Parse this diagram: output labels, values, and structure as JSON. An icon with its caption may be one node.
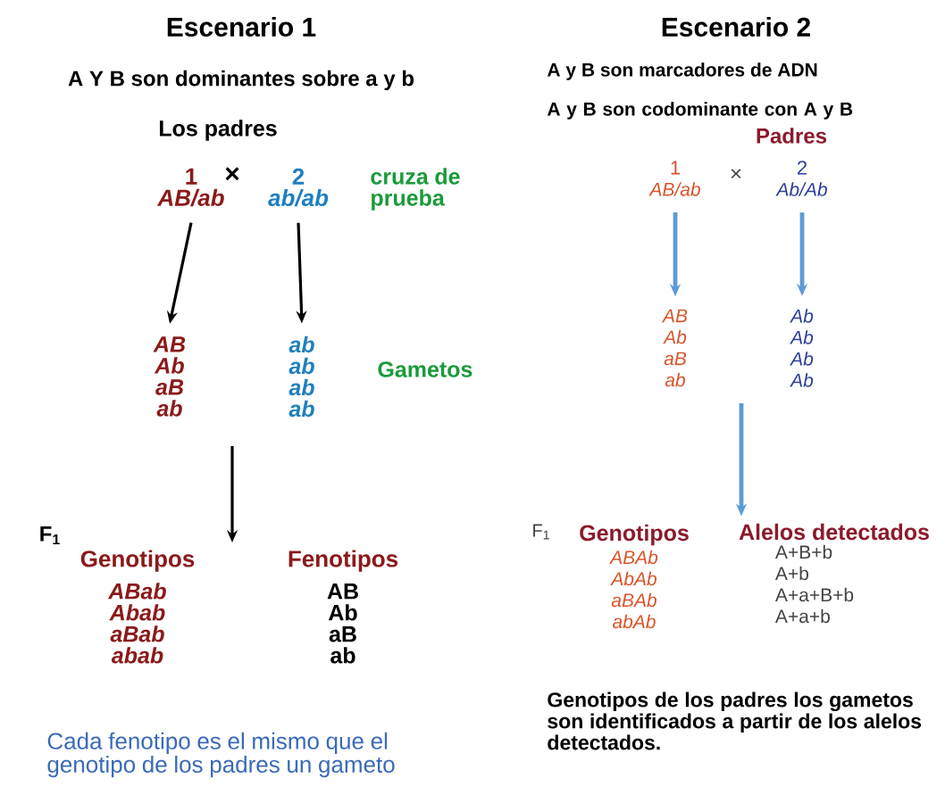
{
  "diagram": {
    "nodes": [
      {
        "text": [
          "1",
          "AB/ab"
        ]
      },
      {
        "text": [
          "2",
          "ab/ab"
        ]
      },
      {
        "text": [
          "AB",
          "Ab",
          "aB",
          "ab"
        ]
      },
      {
        "text": [
          "ab",
          "ab",
          "ab",
          "ab"
        ]
      },
      {
        "text": [
          "Genotipos",
          "ABab",
          "Abab",
          "aBab",
          "abab"
        ]
      },
      {
        "text": [
          "Fenotipos",
          "AB",
          "Ab",
          "aB",
          "ab"
        ]
      },
      {
        "text": [
          "1",
          "AB/ab"
        ]
      },
      {
        "text": [
          "2",
          "Ab/Ab"
        ]
      },
      {
        "text": [
          "AB",
          "Ab",
          "aB",
          "ab"
        ]
      },
      {
        "text": [
          "Ab",
          "Ab",
          "Ab",
          "Ab"
        ]
      },
      {
        "text": [
          "Genotipos",
          "ABAb",
          "AbAb",
          "aBAb",
          "abAb"
        ]
      },
      {
        "text": [
          "Alelos detectados",
          "A+B+b",
          "A+b",
          "A+a+B+b",
          "A+a+b"
        ]
      }
    ],
    "edges": [
      {
        "from": 0,
        "to": 2,
        "arrow": "to"
      },
      {
        "from": 1,
        "to": 3,
        "arrow": "to"
      },
      {
        "from": null,
        "to": 4,
        "arrow": "to"
      },
      {
        "from": 6,
        "to": 8,
        "arrow": "to",
        "color": "#5b9bd5"
      },
      {
        "from": 7,
        "to": 9,
        "arrow": "to",
        "color": "#5b9bd5"
      },
      {
        "from": null,
        "to": 11,
        "arrow": "to",
        "color": "#5b9bd5"
      }
    ],
    "labels": [
      "Escenario 1",
      "A Y B son dominantes sobre a y b",
      "Los padres",
      "×",
      "cruza de prueba",
      "Gametos",
      "F$_{1}$",
      "Cada fenotipo es el mismo que el genotipo de los padres un gameto",
      "Escenario 2",
      "A y B son marcadores de ADN",
      "A y B son codominante con A y B",
      "Padres",
      "×",
      "F$_{1}$",
      "Genotipos de los padres los gametos son identificados a partir de los alelos detectados."
    ]
  }
}
